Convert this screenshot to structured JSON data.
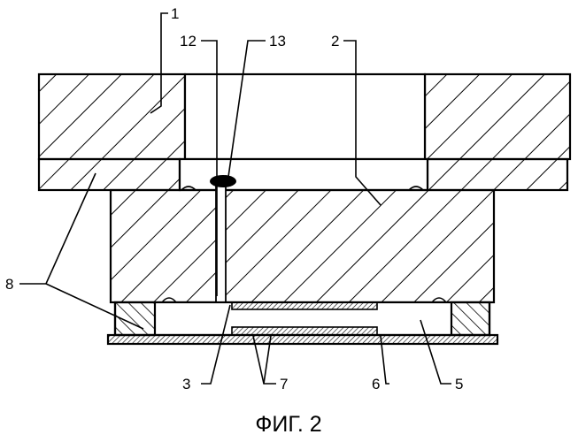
{
  "labels": {
    "l1": "1",
    "l2": "2",
    "l3": "3",
    "l5": "5",
    "l6": "6",
    "l7": "7",
    "l8": "8",
    "l12": "12",
    "l13": "13"
  },
  "caption": "ФИГ. 2",
  "colors": {
    "ink": "#000000",
    "paper": "#ffffff"
  }
}
